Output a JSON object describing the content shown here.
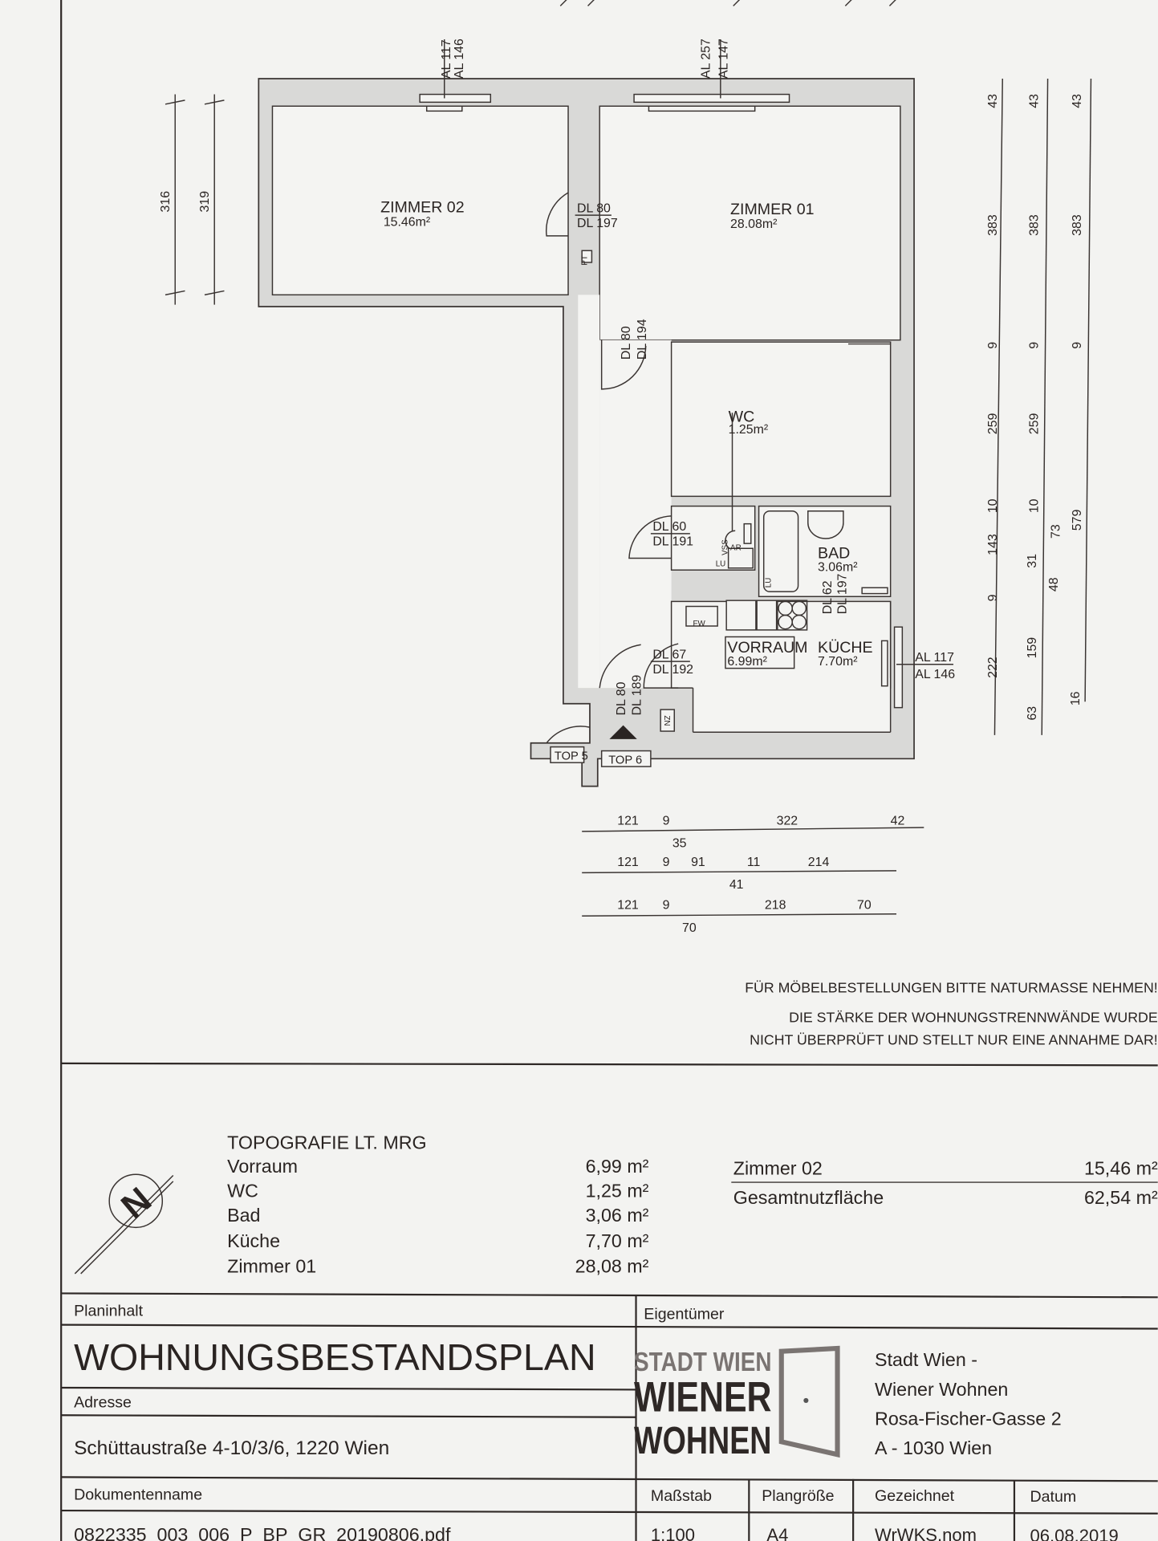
{
  "plan": {
    "rooms": {
      "zimmer02": {
        "name": "ZIMMER 02",
        "area": "15.46m²"
      },
      "zimmer01": {
        "name": "ZIMMER 01",
        "area": "28.08m²"
      },
      "wc": {
        "name": "WC",
        "area": "1.25m²"
      },
      "bad": {
        "name": "BAD",
        "area": "3.06m²"
      },
      "vorraum": {
        "name": "VORRAUM",
        "area": "6.99m²"
      },
      "kueche": {
        "name": "KÜCHE",
        "area": "7.70m²"
      }
    },
    "windows": {
      "w1": [
        "AL 117",
        "AL 146"
      ],
      "w2": [
        "AL 257",
        "AL 147"
      ],
      "w3": [
        "AL 117",
        "AL 146"
      ]
    },
    "doors": {
      "d1": [
        "DL 80",
        "DL 197"
      ],
      "d2": [
        "DL 80",
        "DL 194"
      ],
      "d3": [
        "DL 60",
        "DL 191"
      ],
      "d4": [
        "DL 62",
        "DL 197"
      ],
      "d5": [
        "DL 67",
        "DL 192"
      ],
      "d6": [
        "DL 80",
        "DL 189"
      ]
    },
    "fixtures": {
      "pt": "PT",
      "vss": "VSS",
      "ar": "AR",
      "lu": "LU",
      "lu2": "LU",
      "fw": "FW",
      "zn": "ZN"
    },
    "tops": {
      "top5": "TOP 5",
      "top6": "TOP 6"
    },
    "dims_left": [
      "316",
      "319"
    ],
    "dims_right_1": [
      "43",
      "383",
      "9",
      "259",
      "10",
      "143",
      "9",
      "222"
    ],
    "dims_right_2": [
      "43",
      "383",
      "9",
      "259",
      "10",
      "31",
      "73",
      "48",
      "159",
      "63"
    ],
    "dims_right_3": [
      "43",
      "383",
      "9",
      "579",
      "16"
    ],
    "dims_bottom_1": [
      "121",
      "9",
      "35",
      "322",
      "42"
    ],
    "dims_bottom_2": [
      "121",
      "9",
      "91",
      "41",
      "11",
      "214"
    ],
    "dims_bottom_3": [
      "121",
      "9",
      "70",
      "218",
      "70"
    ]
  },
  "notes": [
    "FÜR MÖBELBESTELLUNGEN BITTE NATURMASSE NEHMEN!",
    "DIE STÄRKE DER WOHNUNGSTRENNWÄNDE WURDE",
    "NICHT ÜBERPRÜFT UND STELLT NUR EINE ANNAHME DAR!"
  ],
  "topografie": {
    "title": "TOPOGRAFIE LT. MRG",
    "items": [
      {
        "name": "Vorraum",
        "area": "6,99 m²"
      },
      {
        "name": "WC",
        "area": "1,25 m²"
      },
      {
        "name": "Bad",
        "area": "3,06 m²"
      },
      {
        "name": "Küche",
        "area": "7,70 m²"
      },
      {
        "name": "Zimmer 01",
        "area": "28,08 m²"
      },
      {
        "name": "Zimmer 02",
        "area": "15,46 m²"
      }
    ],
    "total": {
      "name": "Gesamtnutzfläche",
      "area": "62,54 m²"
    }
  },
  "titleblock": {
    "planinhalt_label": "Planinhalt",
    "planinhalt": "WOHNUNGSBESTANDSPLAN",
    "adresse_label": "Adresse",
    "adresse": "Schüttaustraße 4-10/3/6, 1220 Wien",
    "dokument_label": "Dokumentenname",
    "dokument": "0822335_003_006_P_BP_GR_20190806.pdf",
    "eigentuemer_label": "Eigentümer",
    "logo": [
      "STADT WIEN",
      "WIENER",
      "WOHNEN"
    ],
    "owner": [
      "Stadt Wien -",
      "Wiener Wohnen",
      "Rosa-Fischer-Gasse 2",
      "A - 1030 Wien"
    ],
    "columns": [
      {
        "label": "Maßstab",
        "value": "1:100"
      },
      {
        "label": "Plangröße",
        "value": "A4"
      },
      {
        "label": "Gezeichnet",
        "value": "WrWKS.nom"
      },
      {
        "label": "Datum",
        "value": "06.08.2019"
      }
    ]
  }
}
